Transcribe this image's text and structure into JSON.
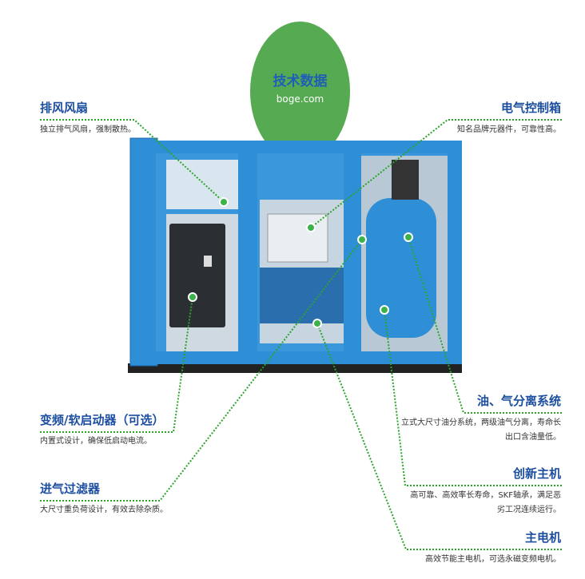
{
  "badge": {
    "title": "技术数据",
    "url": "boge.com"
  },
  "callouts": [
    {
      "title": "排风风扇",
      "desc": "独立排气风扇，强制散热。"
    },
    {
      "title": "电气控制箱",
      "desc": "知名品牌元器件，可靠性高。"
    },
    {
      "title": "变频/软启动器（可选）",
      "desc": "内置式设计，确保低启动电流。"
    },
    {
      "title": "进气过滤器",
      "desc": "大尺寸重负荷设计，有效去除杂质。"
    },
    {
      "title": "油、气分离系统",
      "desc": "立式大尺寸油分系统，两级油气分离，寿命长",
      "desc2": "出口含油量低。"
    },
    {
      "title": "创新主机",
      "desc": "高可靠、高效率长寿命，SKF轴承，满足恶",
      "desc2": "劣工况连续运行。"
    },
    {
      "title": "主电机",
      "desc": "高效节能主电机，可选永磁变频电机。"
    }
  ],
  "colors": {
    "accent": "#56ab52",
    "title": "#1d4fa0",
    "machine": "#2f8fd6",
    "line": "#2aa52a"
  }
}
